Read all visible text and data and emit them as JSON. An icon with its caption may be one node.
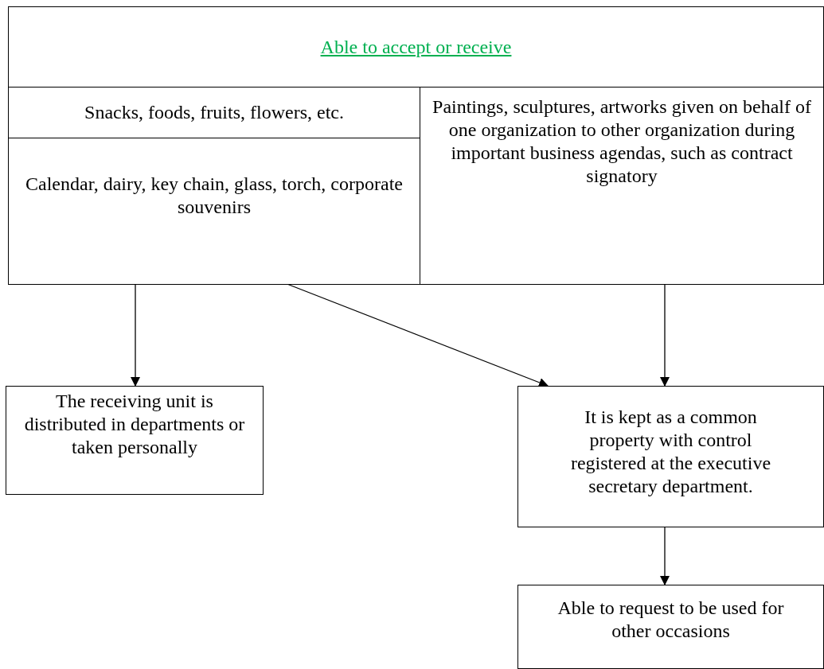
{
  "diagram": {
    "nodes": [
      {
        "text": [
          "Able to accept or receive"
        ]
      },
      {
        "text": [
          "Snacks, foods, fruits, flowers, etc."
        ],
        "in": 0
      },
      {
        "text": [
          "Calendar, dairy, key chain, glass, torch, corporate souvenirs"
        ],
        "in": 0
      },
      {
        "text": [
          "Paintings, sculptures, artworks given on behalf of one organization to other organization during important business agendas, such as contract signatory"
        ],
        "in": 0
      },
      {
        "text": [
          "The receiving unit is distributed in departments or taken personally"
        ]
      },
      {
        "text": [
          "It is kept as a common property with control registered at the executive secretary department."
        ]
      },
      {
        "text": [
          "Able to request to be used for other occasions"
        ]
      }
    ],
    "edges": [
      {
        "from": 2,
        "to": 4,
        "arrow": "to"
      },
      {
        "from": 2,
        "to": 5,
        "arrow": "to"
      },
      {
        "from": 3,
        "to": 5,
        "arrow": "to"
      },
      {
        "from": 5,
        "to": 6,
        "arrow": "to"
      }
    ]
  }
}
